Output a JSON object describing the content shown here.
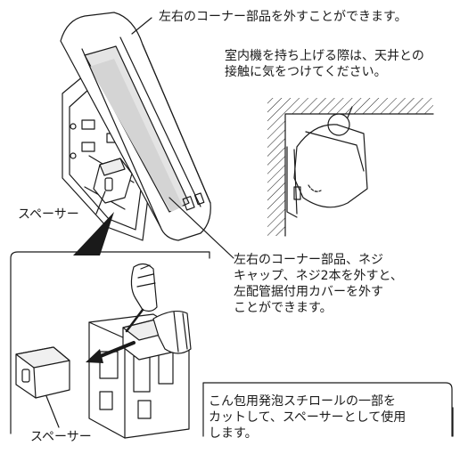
{
  "labels": {
    "corner_parts": "左右のコーナー部品を外すことができます。",
    "ceiling_note": [
      "室内機を持ち上げる際は、天井との",
      "接触に気をつけてください。"
    ],
    "spacer_top": "スペーサー",
    "cover_note": [
      "左右のコーナー部品、ネジ",
      "キャップ、ネジ2本を外すと、",
      "左配管据付用カバーを外す",
      "ことができます。"
    ],
    "foam_note": [
      "こん包用発泡スチロールの一部を",
      "カットして、スペーサーとして使用",
      "します。"
    ],
    "spacer_bottom": "スペーサー"
  }
}
